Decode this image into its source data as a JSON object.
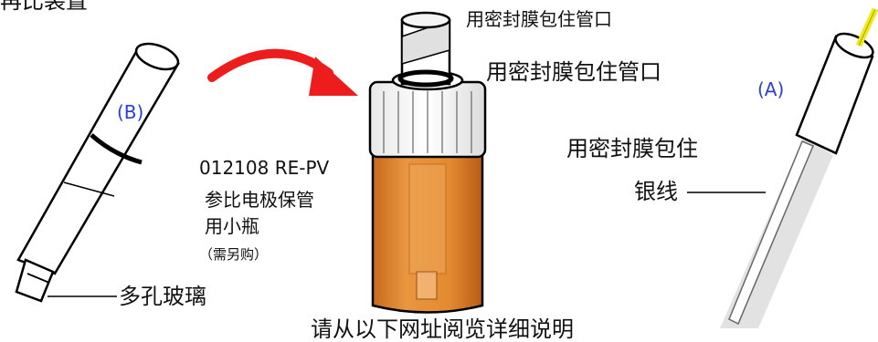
{
  "labels": {
    "top_left_partial": "再比装置",
    "seal_cap_top": "用密封膜包住管口",
    "seal_cap_main": "用密封膜包住管口",
    "seal_wrap": "用密封膜包住",
    "silver_wire": "银线",
    "vial_part_number": "012108 RE-PV",
    "vial_name_line1": "参比电极保管",
    "vial_name_line2": "用小瓶",
    "vial_note": "（需另购）",
    "porous_glass": "多孔玻璃",
    "bottom_partial": "请从以下网址阅览详细说明"
  },
  "markers": {
    "a": "(A)",
    "b": "(B)"
  },
  "colors": {
    "arrow": "#ee1d1d",
    "vial_amber": "#e58a2f",
    "marker_text": "#2a3fd8",
    "wire_yellow": "#f2ea16",
    "glass_gray": "#c8c8c8"
  }
}
